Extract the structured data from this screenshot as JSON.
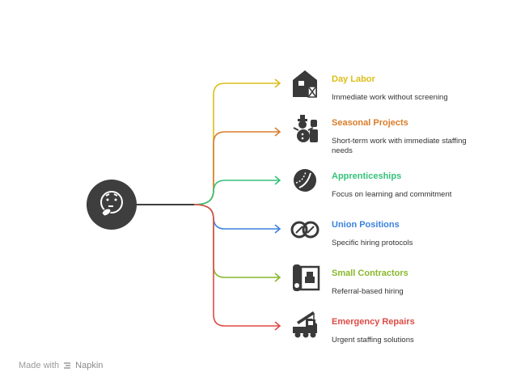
{
  "items": [
    {
      "title": "Day Labor",
      "desc": "Immediate work without screening",
      "color": "#DDBD19",
      "icon": "barn-icon"
    },
    {
      "title": "Seasonal Projects",
      "desc": "Short-term work with immediate staffing needs",
      "color": "#D97D2B",
      "icon": "snowman-icon"
    },
    {
      "title": "Apprenticeships",
      "desc": "Focus on learning and commitment",
      "color": "#34C27A",
      "icon": "ball-icon"
    },
    {
      "title": "Union Positions",
      "desc": "Specific hiring protocols",
      "color": "#3B82DF",
      "icon": "rings-icon"
    },
    {
      "title": "Small Contractors",
      "desc": "Referral-based hiring",
      "color": "#8AB82C",
      "icon": "blueprint-icon"
    },
    {
      "title": "Emergency Repairs",
      "desc": "Urgent staffing solutions",
      "color": "#DD4B46",
      "icon": "crane-truck-icon"
    }
  ],
  "center_icon": "thinking-face-icon",
  "footer": {
    "prefix": "Made with",
    "brand": "Napkin"
  }
}
